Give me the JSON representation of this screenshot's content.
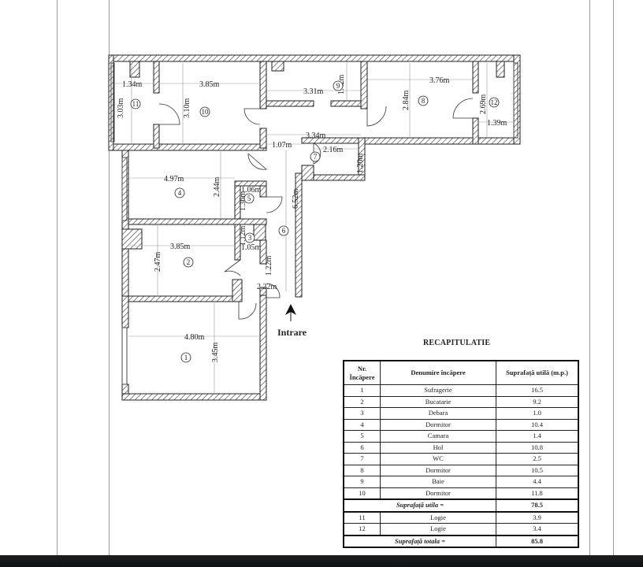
{
  "plan": {
    "entrance_label": "Intrare",
    "rooms": [
      {
        "id": "1",
        "width": "4.80m",
        "height": "3.45m"
      },
      {
        "id": "2",
        "width": "3.85m",
        "height": "2.47m"
      },
      {
        "id": "3",
        "width": "1.05m",
        "height": "1.12m"
      },
      {
        "id": "4",
        "width": "4.97m",
        "height": "2.44m"
      },
      {
        "id": "5",
        "width": "1.06m",
        "height": "1.36m"
      },
      {
        "id": "6",
        "width": "2.22m",
        "height": "6.52m",
        "extra": "1.22m"
      },
      {
        "id": "7",
        "width": "2.16m",
        "height": "1.20m"
      },
      {
        "id": "8",
        "width": "3.76m",
        "height": "2.84m"
      },
      {
        "id": "9",
        "width": "3.31m",
        "height": "1.42m"
      },
      {
        "id": "10",
        "width": "3.85m",
        "height": "3.10m"
      },
      {
        "id": "11",
        "width": "1.34m",
        "height": "3.03m"
      },
      {
        "id": "12",
        "width": "1.39m",
        "height": "2.69m"
      }
    ],
    "other_dims": {
      "hall_width": "1.07m",
      "corridor": "3.34m"
    }
  },
  "recap": {
    "title": "RECAPITULATIE",
    "headers": [
      "Nr. Încăpere",
      "Denumire încăpere",
      "Suprafață utilă (m.p.)"
    ],
    "rows": [
      {
        "nr": "1",
        "name": "Sufragerie",
        "area": "16.5"
      },
      {
        "nr": "2",
        "name": "Bucatarie",
        "area": "9.2"
      },
      {
        "nr": "3",
        "name": "Debara",
        "area": "1.0"
      },
      {
        "nr": "4",
        "name": "Dormitor",
        "area": "10.4"
      },
      {
        "nr": "5",
        "name": "Camara",
        "area": "1.4"
      },
      {
        "nr": "6",
        "name": "Hol",
        "area": "10.8"
      },
      {
        "nr": "7",
        "name": "WC",
        "area": "2.5"
      },
      {
        "nr": "8",
        "name": "Dormitor",
        "area": "10.5"
      },
      {
        "nr": "9",
        "name": "Baie",
        "area": "4.4"
      },
      {
        "nr": "10",
        "name": "Dormitor",
        "area": "11.8"
      }
    ],
    "subtotal": {
      "label": "Suprafață utila =",
      "value": "78.5"
    },
    "extra_rows": [
      {
        "nr": "11",
        "name": "Logie",
        "area": "3.9"
      },
      {
        "nr": "12",
        "name": "Logie",
        "area": "3.4"
      }
    ],
    "total": {
      "label": "Suprafață totala =",
      "value": "85.8"
    }
  }
}
